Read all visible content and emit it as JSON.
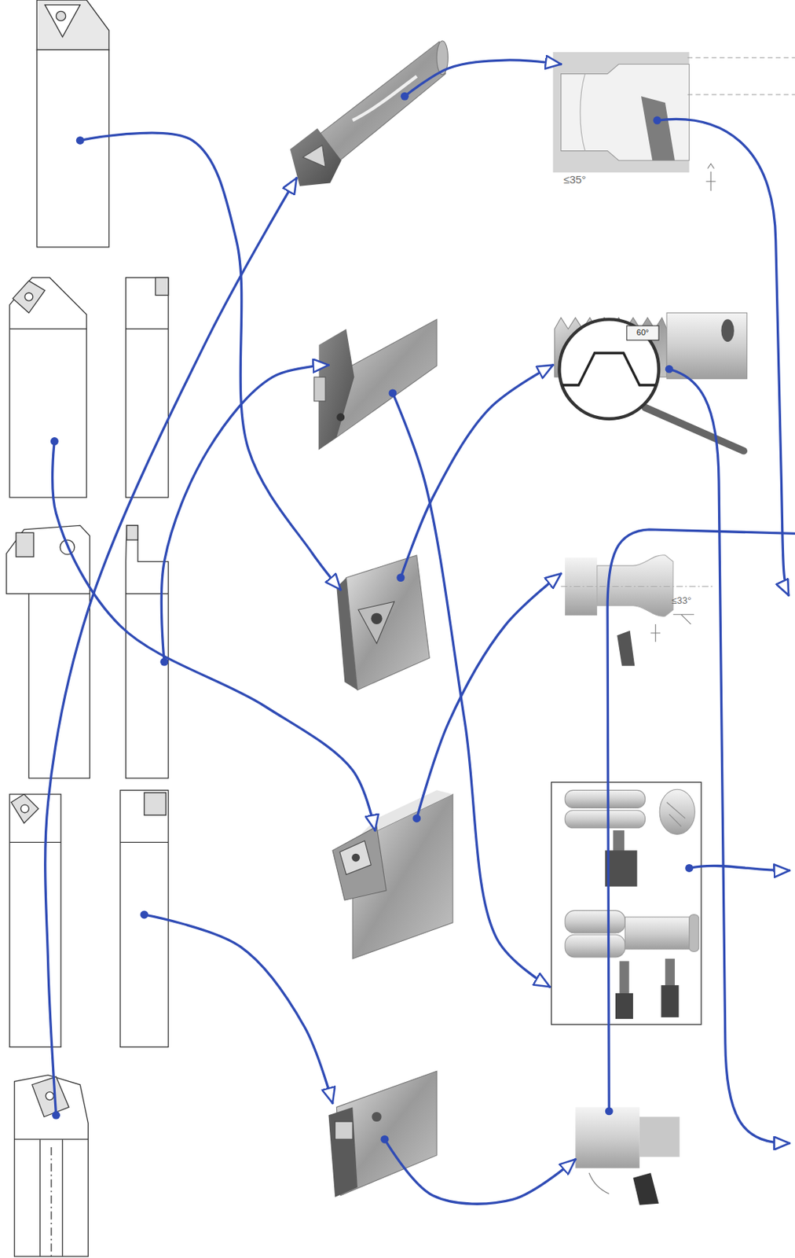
{
  "diagram": {
    "nodes": [
      {
        "text": []
      },
      {
        "text": []
      },
      {
        "text": []
      },
      {
        "text": []
      },
      {
        "text": []
      },
      {
        "text": []
      },
      {
        "text": []
      },
      {
        "text": []
      },
      {
        "text": []
      },
      {
        "text": []
      },
      {
        "text": [
          "≤35°"
        ]
      },
      {
        "text": [
          "60°"
        ]
      },
      {
        "text": [
          "≤33°"
        ]
      },
      {
        "text": []
      },
      {
        "text": []
      }
    ],
    "edges": [
      {
        "from": 0,
        "to": 7,
        "arrow": "to"
      },
      {
        "from": 1,
        "to": 8,
        "arrow": "to"
      },
      {
        "from": 2,
        "to": 6,
        "arrow": "to"
      },
      {
        "from": 3,
        "to": 9,
        "arrow": "to"
      },
      {
        "from": 4,
        "to": 5,
        "arrow": "to"
      },
      {
        "from": 5,
        "to": 10,
        "arrow": "to"
      },
      {
        "from": 6,
        "to": 13,
        "arrow": "to"
      },
      {
        "from": 7,
        "to": 11,
        "arrow": "to"
      },
      {
        "from": 8,
        "to": 12,
        "arrow": "to"
      },
      {
        "from": 9,
        "to": 14,
        "arrow": "to"
      }
    ]
  }
}
